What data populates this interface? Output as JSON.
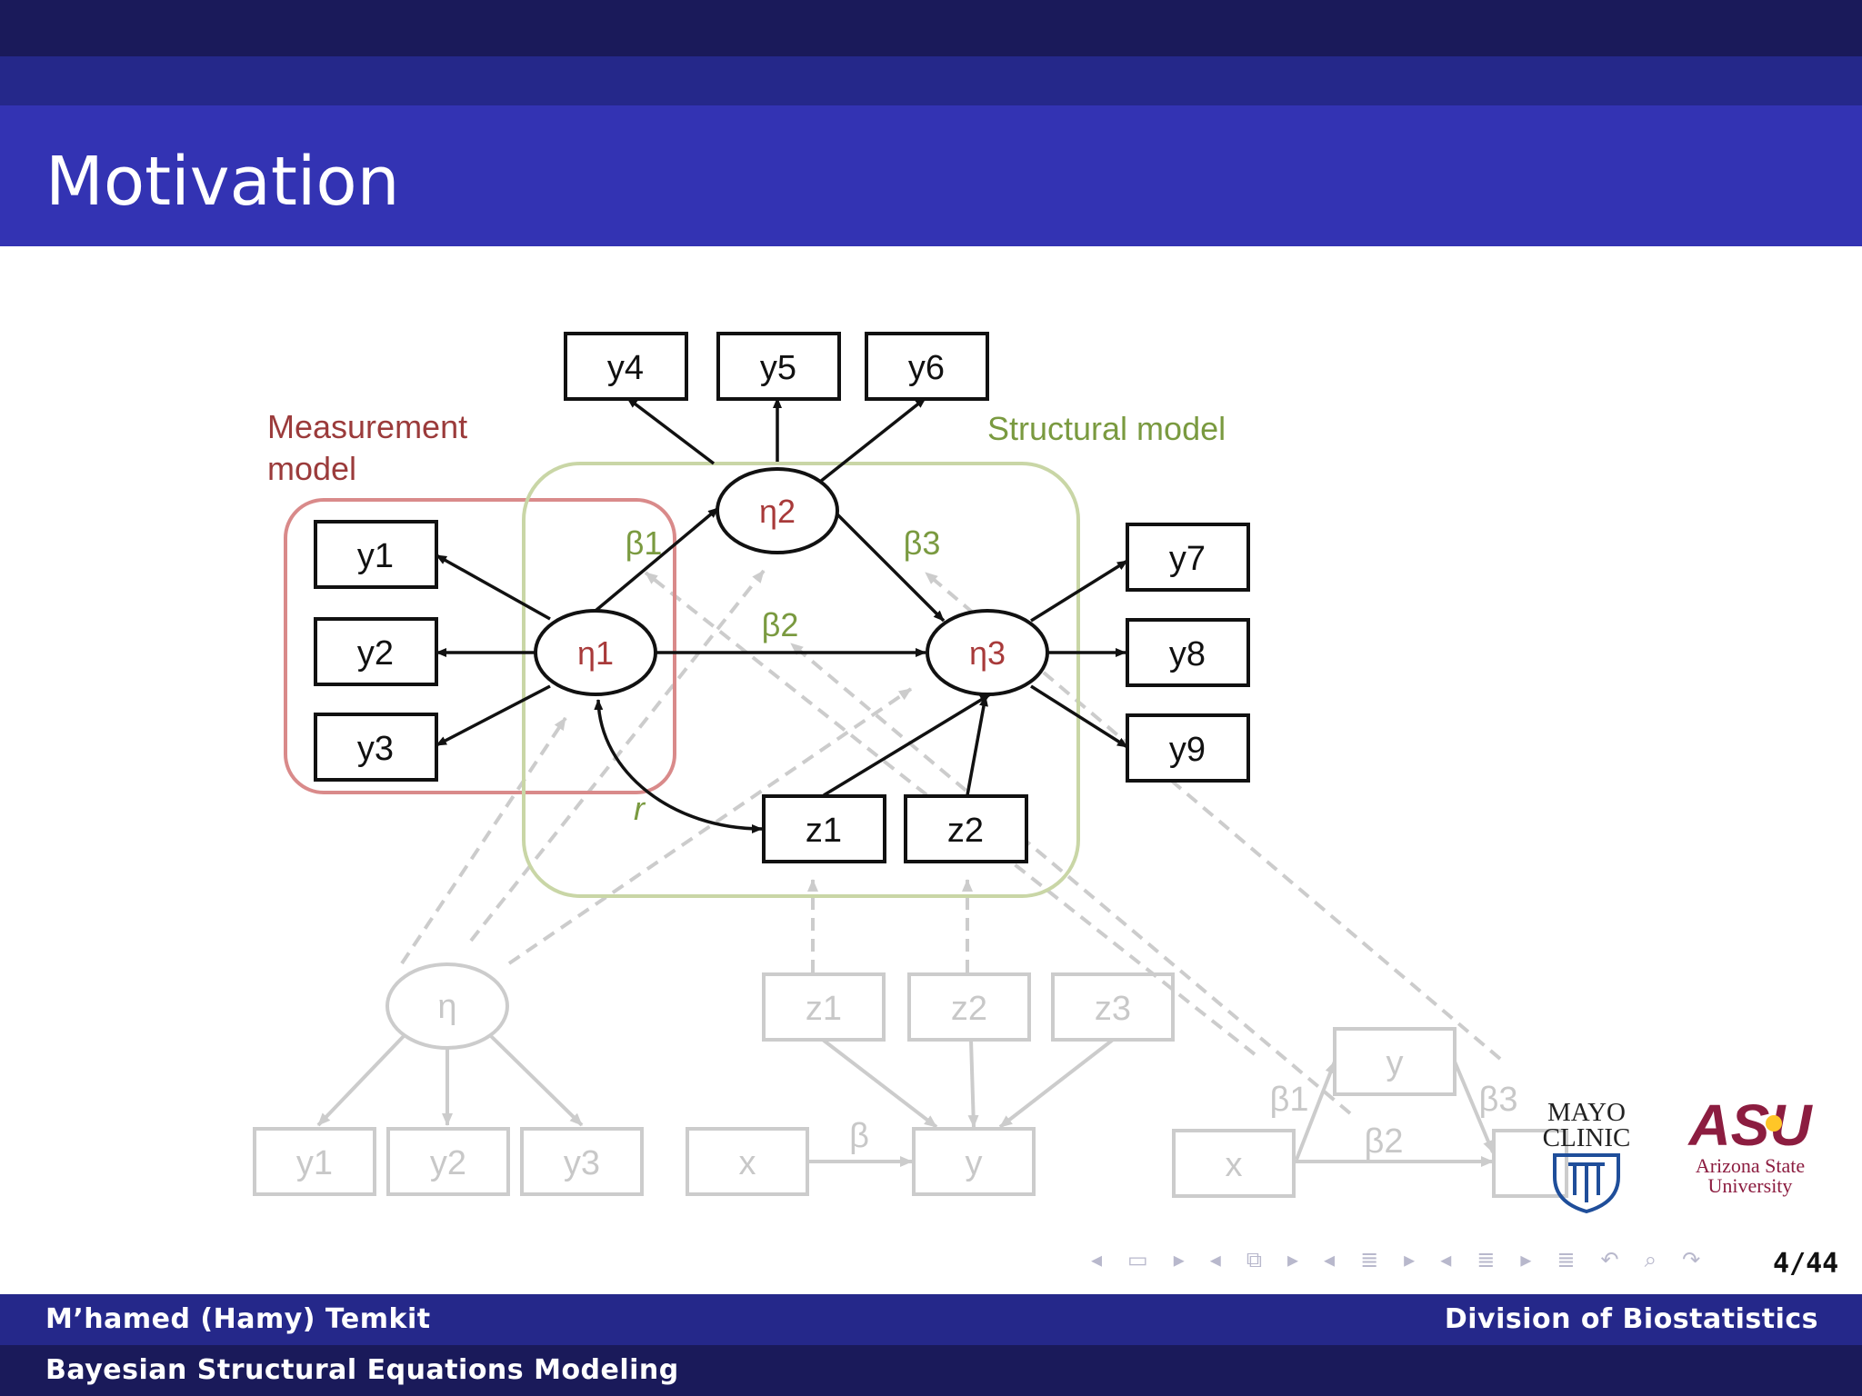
{
  "slide": {
    "title": "Motivation",
    "page": "4/44"
  },
  "footer": {
    "author": "M’hamed (Hamy) Temkit",
    "department": "Division of Biostatistics",
    "talk_title": "Bayesian Structural Equations Modeling"
  },
  "diagram": {
    "measurement_label_1": "Measurement",
    "measurement_label_2": "model",
    "structural_label": "Structural model",
    "nodes": {
      "y1": "y1",
      "y2": "y2",
      "y3": "y3",
      "y4": "y4",
      "y5": "y5",
      "y6": "y6",
      "y7": "y7",
      "y8": "y8",
      "y9": "y9",
      "eta1": "η1",
      "eta2": "η2",
      "eta3": "η3",
      "z1": "z1",
      "z2": "z2"
    },
    "paths": {
      "beta1": "β1",
      "beta2": "β2",
      "beta3": "β3",
      "r": "r"
    },
    "faded": {
      "eta": "η",
      "y1": "y1",
      "y2": "y2",
      "y3": "y3",
      "z1": "z1",
      "z2": "z2",
      "z3": "z3",
      "x_left": "x",
      "y_mid": "y",
      "beta": "β",
      "x_right": "x",
      "y_top": "y",
      "b1": "β1",
      "b2": "β2",
      "b3": "β3"
    }
  },
  "logos": {
    "mayo_1": "MAYO",
    "mayo_2": "CLINIC",
    "asu_mark": "ASU",
    "asu_1": "Arizona State",
    "asu_2": "University"
  },
  "nav_icons": [
    "left-arrow-icon",
    "frame-icon",
    "right-arrow-icon",
    "left-arrow-icon",
    "subsection-icon",
    "right-arrow-icon",
    "left-arrow-icon",
    "section-icon",
    "right-arrow-icon",
    "left-arrow-icon",
    "doc-icon",
    "right-arrow-icon",
    "outline-icon",
    "undo-icon",
    "search-icon",
    "redo-icon"
  ],
  "colors": {
    "header_dark": "#1a1a5a",
    "header_mid": "#25288a",
    "title_bar": "#3333b3",
    "measurement": "#9b3b3b",
    "structural": "#7a9a40",
    "faded": "#c8c8c8"
  }
}
